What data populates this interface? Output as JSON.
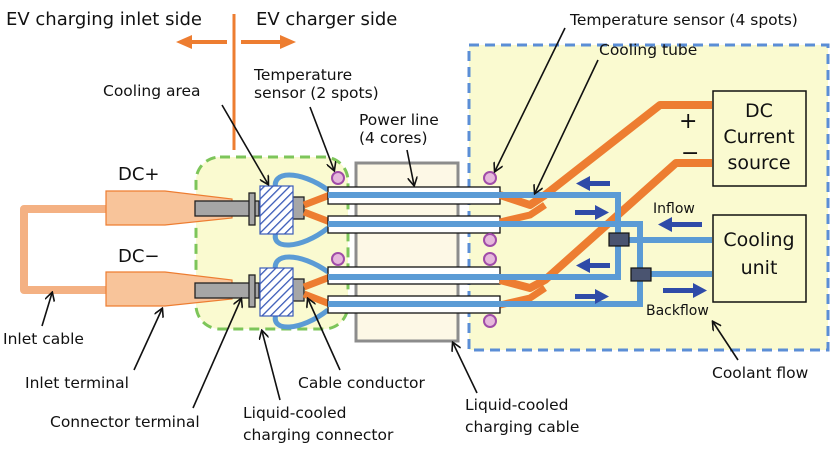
{
  "header": {
    "left_side": "EV charging inlet side",
    "right_side": "EV charger side"
  },
  "labels": {
    "cooling_area": "Cooling area",
    "temp_sensor_2_line1": "Temperature",
    "temp_sensor_2_line2": "sensor (2 spots)",
    "power_line_line1": "Power line",
    "power_line_line2": "(4 cores)",
    "temp_sensor_4": "Temperature sensor (4 spots)",
    "cooling_tube": "Cooling tube",
    "dc_plus": "DC+",
    "dc_minus": "DC−",
    "plus_sign": "+",
    "minus_sign": "−",
    "inflow": "Inflow",
    "backflow": "Backflow",
    "coolant_flow": "Coolant flow",
    "inlet_cable": "Inlet cable",
    "inlet_terminal": "Inlet terminal",
    "connector_terminal": "Connector terminal",
    "cable_conductor": "Cable conductor",
    "connector_line1": "Liquid-cooled",
    "connector_line2": "charging connector",
    "cable_line1": "Liquid-cooled",
    "cable_line2": "charging cable"
  },
  "boxes": {
    "dc_source_line1": "DC",
    "dc_source_line2": "Current",
    "dc_source_line3": "source",
    "cooling_unit_line1": "Cooling",
    "cooling_unit_line2": "unit"
  },
  "colors": {
    "orange": "#ED7D31",
    "light_orange": "#F8C49A",
    "blue_tube": "#5B9BD5",
    "dark_blue_arrow": "#2F4BA8",
    "green_dash": "#7DC55A",
    "blue_dash": "#5B8ED6",
    "pale_yellow": "#FAFAD0",
    "sensor_fill": "#E6B8DC",
    "sensor_stroke": "#A04DA8",
    "gray": "#A6A6A6"
  }
}
